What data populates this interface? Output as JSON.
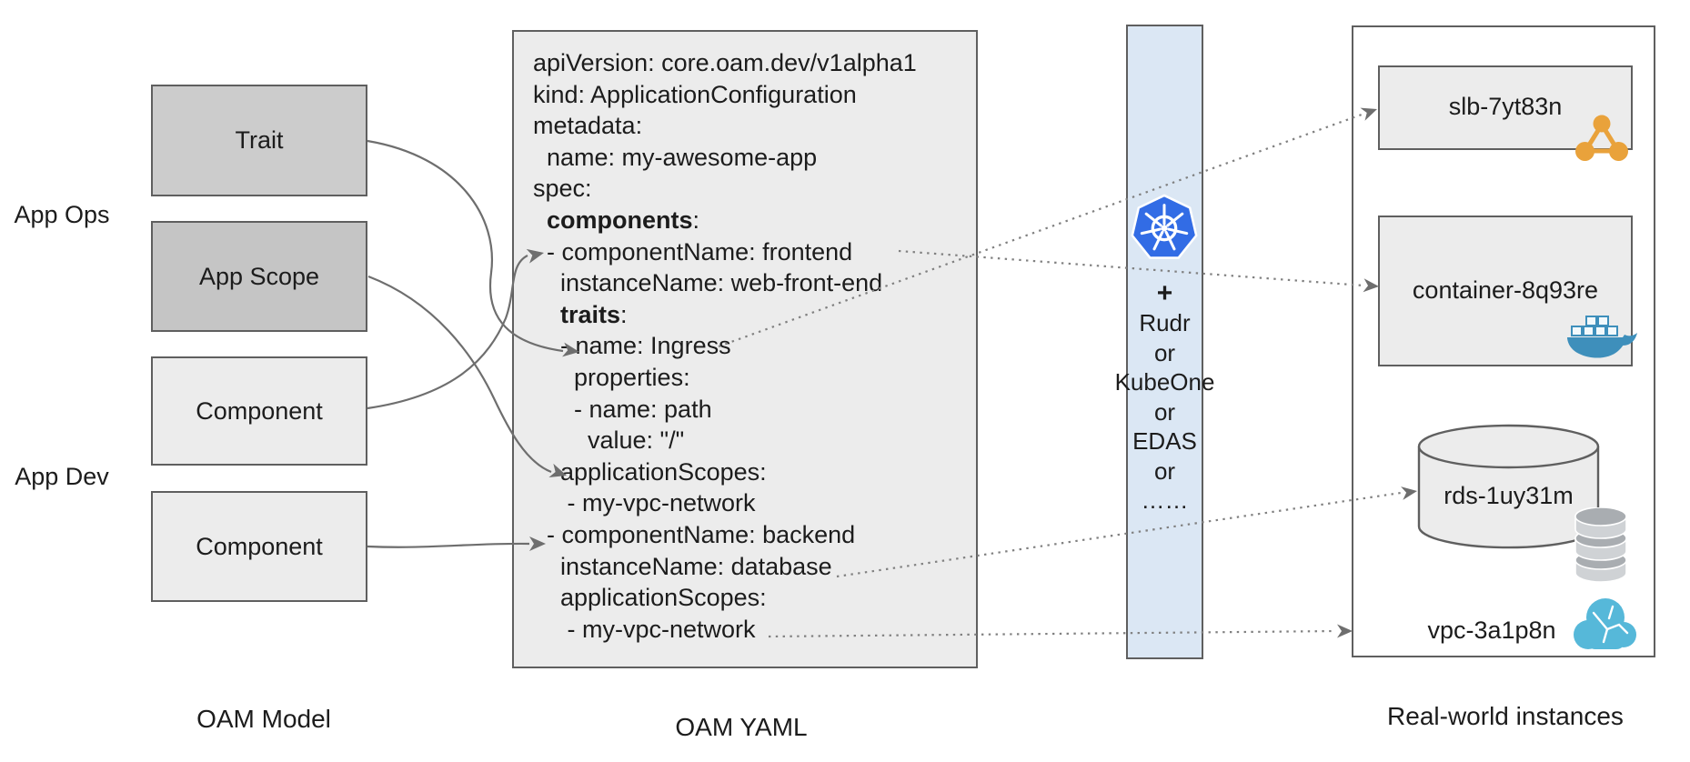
{
  "diagram": {
    "roles": {
      "ops": "App Ops",
      "dev": "App Dev"
    },
    "model": {
      "caption": "OAM Model",
      "boxes": [
        {
          "label": "Trait"
        },
        {
          "label": "App Scope"
        },
        {
          "label": "Component"
        },
        {
          "label": "Component"
        }
      ]
    },
    "yaml": {
      "caption": "OAM YAML",
      "lines": [
        "apiVersion: core.oam.dev/v1alpha1",
        "kind: ApplicationConfiguration",
        "metadata:",
        "  name: my-awesome-app",
        "spec:",
        "  **components**:",
        "  - componentName: frontend",
        "    instanceName: web-front-end",
        "    **traits**:",
        "    - name: Ingress",
        "      properties:",
        "      - name: path",
        "        value: \"/\"",
        "    applicationScopes:",
        "     - my-vpc-network",
        "  - componentName: backend",
        "    instanceName: database",
        "    applicationScopes:",
        "     - my-vpc-network"
      ]
    },
    "runtime": {
      "plus": "+",
      "items": [
        "Rudr",
        "or",
        "KubeOne",
        "or",
        "EDAS",
        "or",
        "……"
      ]
    },
    "instances": {
      "caption": "Real-world instances",
      "items": [
        {
          "label": "slb-7yt83n",
          "icon": "load-balancer-icon"
        },
        {
          "label": "container-8q93re",
          "icon": "docker-icon"
        },
        {
          "label": "rds-1uy31m",
          "icon": "database-icon"
        },
        {
          "label": "vpc-3a1p8n",
          "icon": "cloud-icon"
        }
      ]
    },
    "colors": {
      "kubernetes_blue": "#326CE5",
      "runtime_fill": "#dbe7f4",
      "lb_orange": "#e9a23b",
      "docker_blue": "#3e8fbb",
      "db_gray": "#c2c5c8",
      "cloud_blue": "#56b8d9",
      "box_dark_gray": "#cccccc",
      "box_light_gray": "#ececec",
      "connector_gray": "#6e6e6e"
    }
  }
}
